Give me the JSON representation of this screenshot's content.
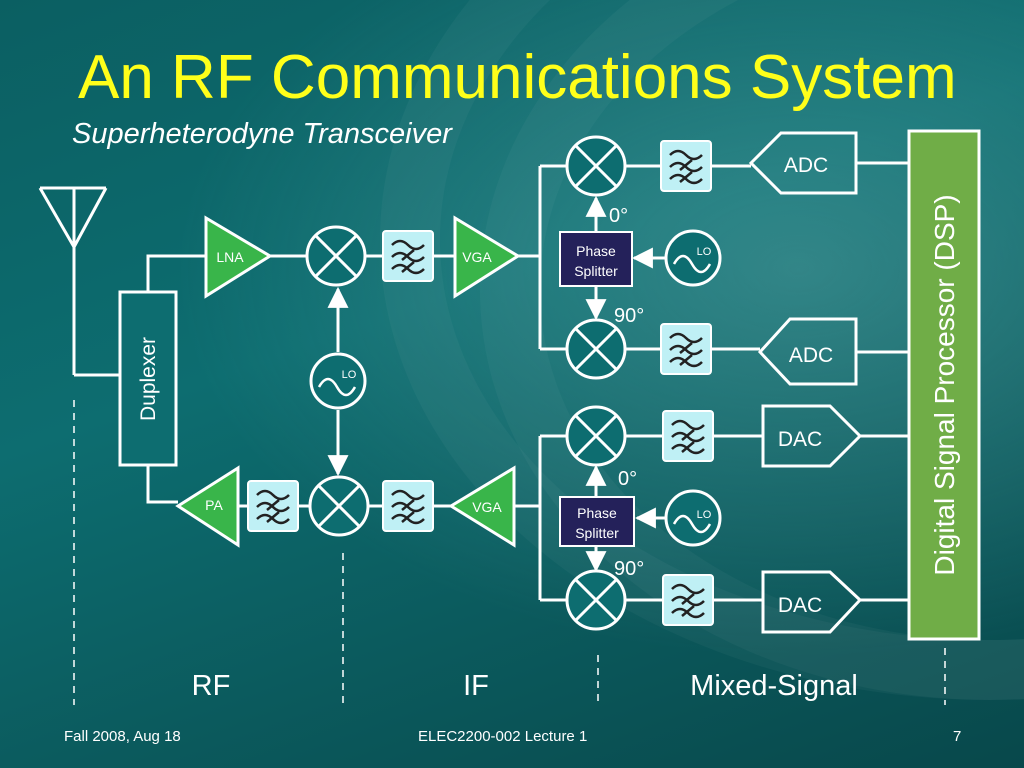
{
  "slide": {
    "title": "An RF Communications System",
    "subtitle": "Superheterodyne Transceiver"
  },
  "blocks": {
    "duplexer": "Duplexer",
    "lna": "LNA",
    "pa": "PA",
    "vga_rx": "VGA",
    "vga_tx": "VGA",
    "lo": "LO",
    "phase_splitter_line1": "Phase",
    "phase_splitter_line2": "Splitter",
    "adc": "ADC",
    "dac": "DAC",
    "dsp": "Digital Signal Processor (DSP)"
  },
  "phase_labels": {
    "zero": "0°",
    "ninety": "90°"
  },
  "sections": {
    "rf": "RF",
    "if": "IF",
    "mixed": "Mixed-Signal"
  },
  "footer": {
    "date": "Fall 2008, Aug 18",
    "course": "ELEC2200-002 Lecture 1",
    "page": "7"
  },
  "colors": {
    "title": "#ffff1a",
    "amplifier_fill": "#39b54a",
    "filter_fill": "#bff0f5",
    "splitter_fill": "#24215a",
    "dsp_fill": "#70ad47"
  }
}
